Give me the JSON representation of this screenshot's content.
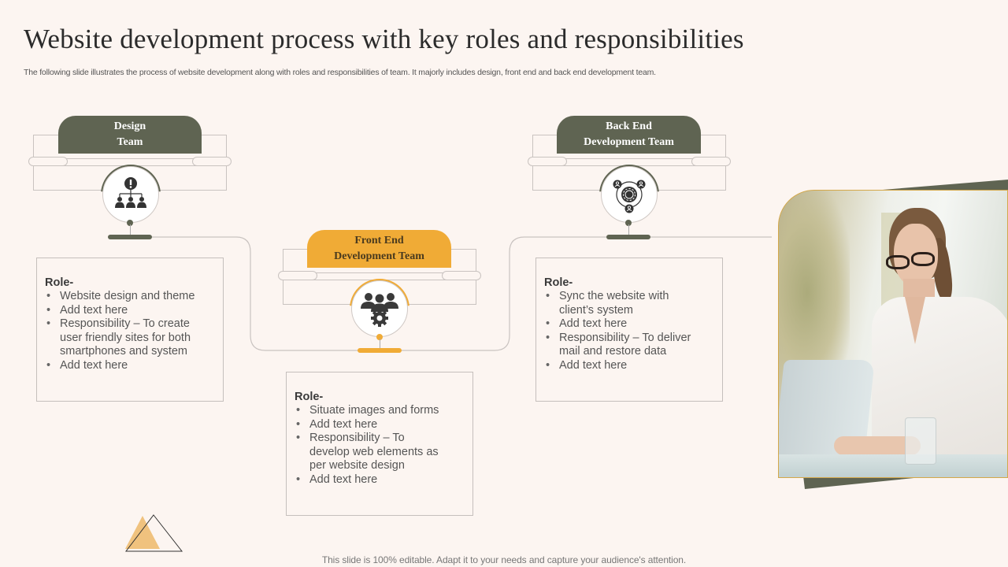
{
  "slide": {
    "title": "Website development process with key roles and responsibilities",
    "subtitle": "The following slide illustrates the process of website development along with roles and responsibilities of team. It majorly includes design, front end and back end development team.",
    "footer": "This slide is 100% editable. Adapt it to your needs and capture your audience's attention."
  },
  "colors": {
    "background": "#fcf5f1",
    "dark_olive": "#5f6452",
    "gold": "#f0ab36",
    "line_gray": "#c9c3c0",
    "triangle_fill": "#f0c27e"
  },
  "teams": [
    {
      "id": "design",
      "header_line1": "Design",
      "header_line2": "Team",
      "icon": "org-hierarchy-icon",
      "accent": "dark",
      "role_title": "Role-",
      "items": [
        "Website design and theme",
        "Add text here",
        "Responsibility – To create user friendly  sites for both smartphones and system",
        "Add text here"
      ]
    },
    {
      "id": "front-end",
      "header_line1": "Front  End",
      "header_line2": "Development Team",
      "icon": "team-gear-icon",
      "accent": "gold",
      "role_title": "Role-",
      "items": [
        "Situate images and forms",
        "Add text here",
        "Responsibility – To develop web elements as per website design",
        "Add text here"
      ]
    },
    {
      "id": "back-end",
      "header_line1": "Back End",
      "header_line2": "Development Team",
      "icon": "network-gear-icon",
      "accent": "dark",
      "role_title": "Role-",
      "items": [
        "Sync the website with client’s system",
        "Add text here",
        "Responsibility – To deliver mail and restore data",
        "Add text here"
      ]
    }
  ],
  "photo": {
    "alt": "Woman with glasses working on laptop"
  }
}
